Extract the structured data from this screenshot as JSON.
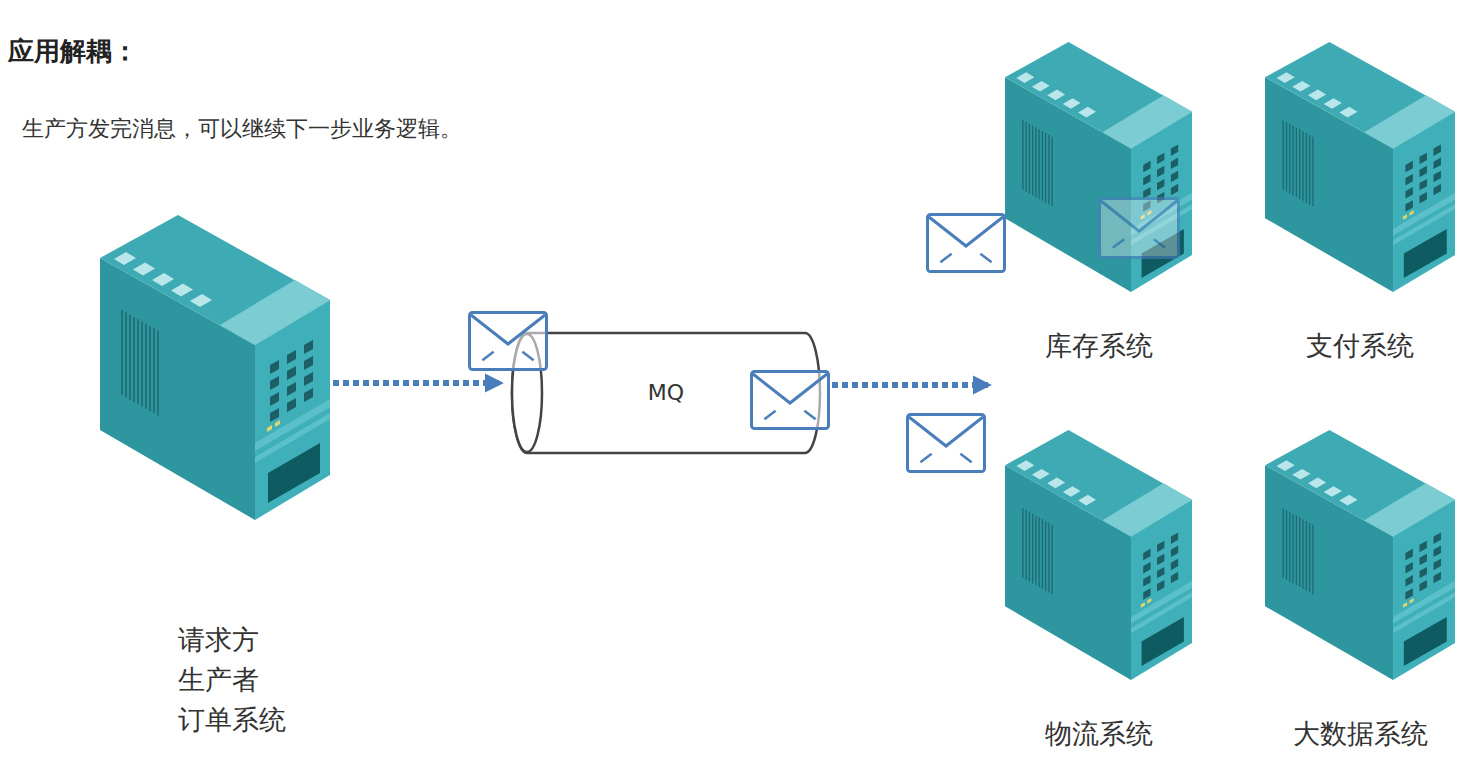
{
  "diagram": {
    "title": "应用解耦：",
    "nodes": [
      {
        "text": [
          "请求方 生产者 订单系统"
        ]
      },
      {
        "text": [
          "MQ"
        ]
      },
      {
        "text": [
          "库存系统"
        ]
      },
      {
        "text": [
          "支付系统"
        ]
      },
      {
        "text": [
          "物流系统"
        ]
      },
      {
        "text": [
          "大数据系统"
        ]
      }
    ],
    "edges": [
      {
        "from": 0,
        "to": 1,
        "arrow": "to"
      }
    ],
    "labels": [
      "生产方发完消息，可以继续下一步业务逻辑。"
    ]
  }
}
